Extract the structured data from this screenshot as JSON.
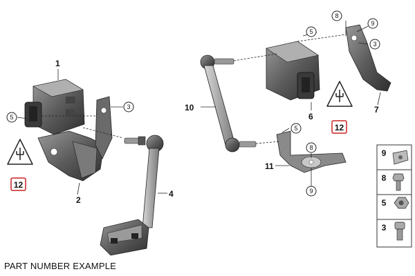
{
  "caption": "PART NUMBER EXAMPLE",
  "labels": {
    "sensor_front": "1",
    "bracket_front": "2",
    "bolt_front": "3",
    "link_front": "4",
    "connector_front": "5",
    "sensor_rear": "6",
    "bracket_rear": "7",
    "link_rear": "10",
    "bracket_rear_lower": "11",
    "connector_rear_5": "5",
    "top_bolt_8": "8",
    "top_nut_9": "9",
    "top_bolt_3": "3",
    "lower_nut_5": "5",
    "lower_bolt_8": "8",
    "lower_nut_9": "9"
  },
  "warnings": {
    "front_ref": "12",
    "rear_ref": "12"
  },
  "legend": [
    {
      "num": "9",
      "icon": "clip-nut-icon"
    },
    {
      "num": "8",
      "icon": "bolt-icon"
    },
    {
      "num": "5",
      "icon": "hex-nut-icon"
    },
    {
      "num": "3",
      "icon": "socket-bolt-icon"
    }
  ]
}
